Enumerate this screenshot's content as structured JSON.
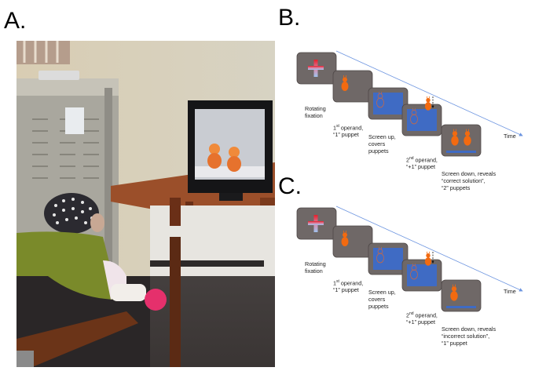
{
  "panels": {
    "a": {
      "label": "A."
    },
    "b": {
      "label": "B.",
      "time_label": "Time",
      "steps": [
        {
          "caption": "Rotating\nfixation"
        },
        {
          "caption_sup": "st",
          "caption_pre": "1",
          "caption_post": " operand,\n“1” puppet"
        },
        {
          "caption": "Screen up,\ncovers\npuppets"
        },
        {
          "caption_sup": "nd",
          "caption_pre": "2",
          "caption_post": " operand,\n“+1” puppet"
        },
        {
          "caption": "Screen down, reveals\n“correct solution”,\n“2” puppets"
        }
      ],
      "outcome_puppet_count": 2
    },
    "c": {
      "label": "C.",
      "time_label": "Time",
      "steps": [
        {
          "caption": "Rotating\nfixation"
        },
        {
          "caption_sup": "st",
          "caption_pre": "1",
          "caption_post": " operand,\n“1” puppet"
        },
        {
          "caption": "Screen up,\ncovers\npuppets"
        },
        {
          "caption_sup": "nd",
          "caption_pre": "2",
          "caption_post": " operand,\n“+1” puppet"
        },
        {
          "caption": "Screen down, reveals\n“incorrect solution”,\n“1” puppet"
        }
      ],
      "outcome_puppet_count": 1
    }
  },
  "colors": {
    "frame": "#6f6867",
    "screen": "#3f6bc4",
    "puppet": "#f26a10",
    "time_arrow": "#6d95e0"
  }
}
